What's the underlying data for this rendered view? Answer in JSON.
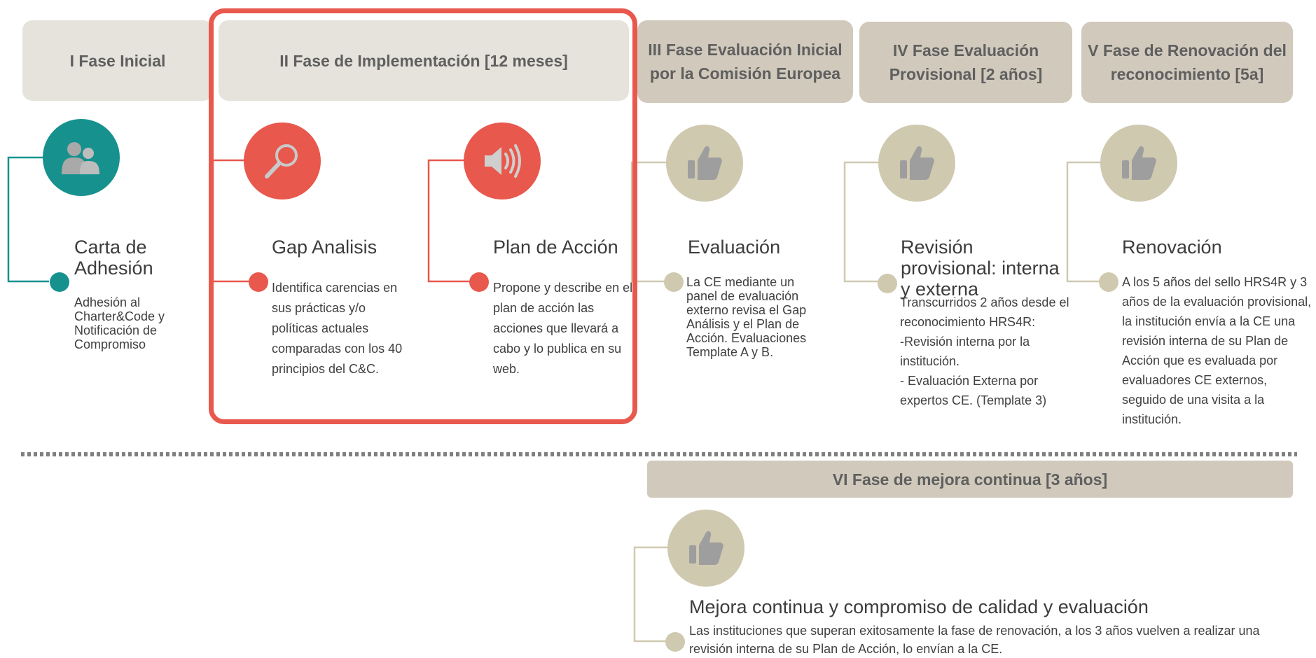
{
  "colors": {
    "teal": "#17918e",
    "red": "#e8584d",
    "khaki": "#cfc9b0",
    "phase_light": "#e6e3dc",
    "phase_dark": "#d0c9bc"
  },
  "phases": {
    "p1": "I Fase Inicial",
    "p2": "II Fase de Implementación [12 meses]",
    "p3": "III Fase Evaluación Inicial por la Comisión Europea",
    "p4": "IV Fase Evaluación Provisional [2 años]",
    "p5": "V Fase de Renovación del reconocimiento [5a]",
    "p6": "VI Fase de mejora continua [3 años]"
  },
  "steps": {
    "carta": {
      "icon": "people-icon",
      "title": "Carta de Adhesión",
      "desc": "Adhesión al Charter&Code y Notificación de Compromiso"
    },
    "gap": {
      "icon": "magnifier-icon",
      "title": "Gap Analisis",
      "desc": "Identifica carencias en sus prácticas y/o políticas actuales comparadas con los 40 principios del C&C."
    },
    "plan": {
      "icon": "speaker-icon",
      "title": "Plan de Acción",
      "desc": "Propone y describe en el plan de acción las acciones que llevará a cabo y lo publica en su web."
    },
    "evaluacion": {
      "icon": "thumbs-up-icon",
      "title": "Evaluación",
      "desc": "La CE mediante un panel de evaluación externo revisa el Gap Análisis y el Plan de Acción. Evaluaciones Template A y B."
    },
    "revision": {
      "icon": "thumbs-up-icon",
      "title": "Revisión provisional: interna y externa",
      "desc_lines": [
        "Transcurridos 2 años desde el reconocimiento HRS4R:",
        "-Revisión interna por la institución.",
        "- Evaluación Externa por expertos CE. (Template 3)"
      ]
    },
    "renovacion": {
      "icon": "thumbs-up-icon",
      "title": "Renovación",
      "desc": "A los 5 años del sello HRS4R y 3 años de la evaluación provisional, la institución envía a la CE una revisión interna de su Plan de Acción que  es evaluada por evaluadores CE externos, seguido de una visita a la institución."
    },
    "mejora": {
      "icon": "thumbs-up-icon",
      "title": "Mejora continua y compromiso de calidad y evaluación",
      "desc": " Las instituciones que superan exitosamente la fase de renovación, a los 3 años vuelven a realizar una revisión interna de su Plan de Acción, lo envían a la CE."
    }
  }
}
